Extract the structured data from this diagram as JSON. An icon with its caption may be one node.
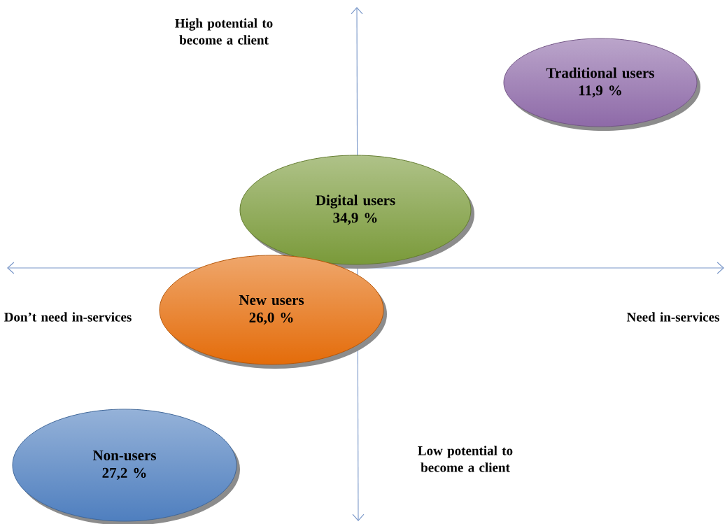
{
  "diagram": {
    "nodes": [
      {
        "text": [
          "Traditional users",
          "11,9 %"
        ]
      },
      {
        "text": [
          "Digital users",
          "34,9 %"
        ]
      },
      {
        "text": [
          "New users",
          "26,0 %"
        ]
      },
      {
        "text": [
          "Non-users",
          "27,2 %"
        ]
      }
    ],
    "labels": [
      "High potential to become a client",
      "Don’t need in-services",
      "Need in-services",
      "Low potential to become a client"
    ]
  }
}
